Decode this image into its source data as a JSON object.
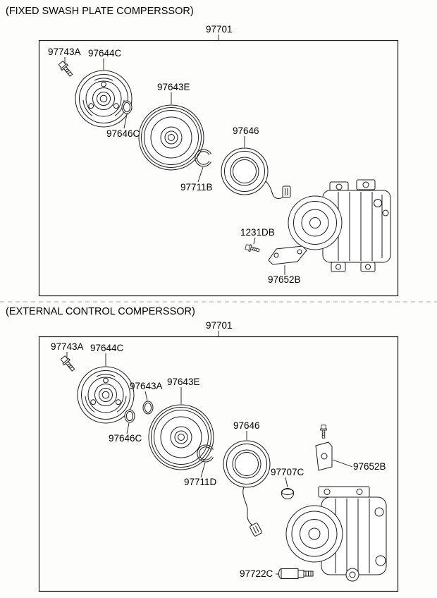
{
  "page": {
    "background": "#fdfdfb",
    "line_color": "#1a1a1a"
  },
  "sections": [
    {
      "title": "(FIXED SWASH PLATE COMPERSSOR)",
      "assembly_number": "97701",
      "parts": [
        "97743A",
        "97644C",
        "97646C",
        "97643E",
        "97711B",
        "97646",
        "1231DB",
        "97652B"
      ]
    },
    {
      "title": "(EXTERNAL CONTROL COMPERSSOR)",
      "assembly_number": "97701",
      "parts": [
        "97743A",
        "97644C",
        "97643A",
        "97643E",
        "97646C",
        "97711D",
        "97646",
        "97707C",
        "97652B",
        "97722C"
      ]
    }
  ]
}
